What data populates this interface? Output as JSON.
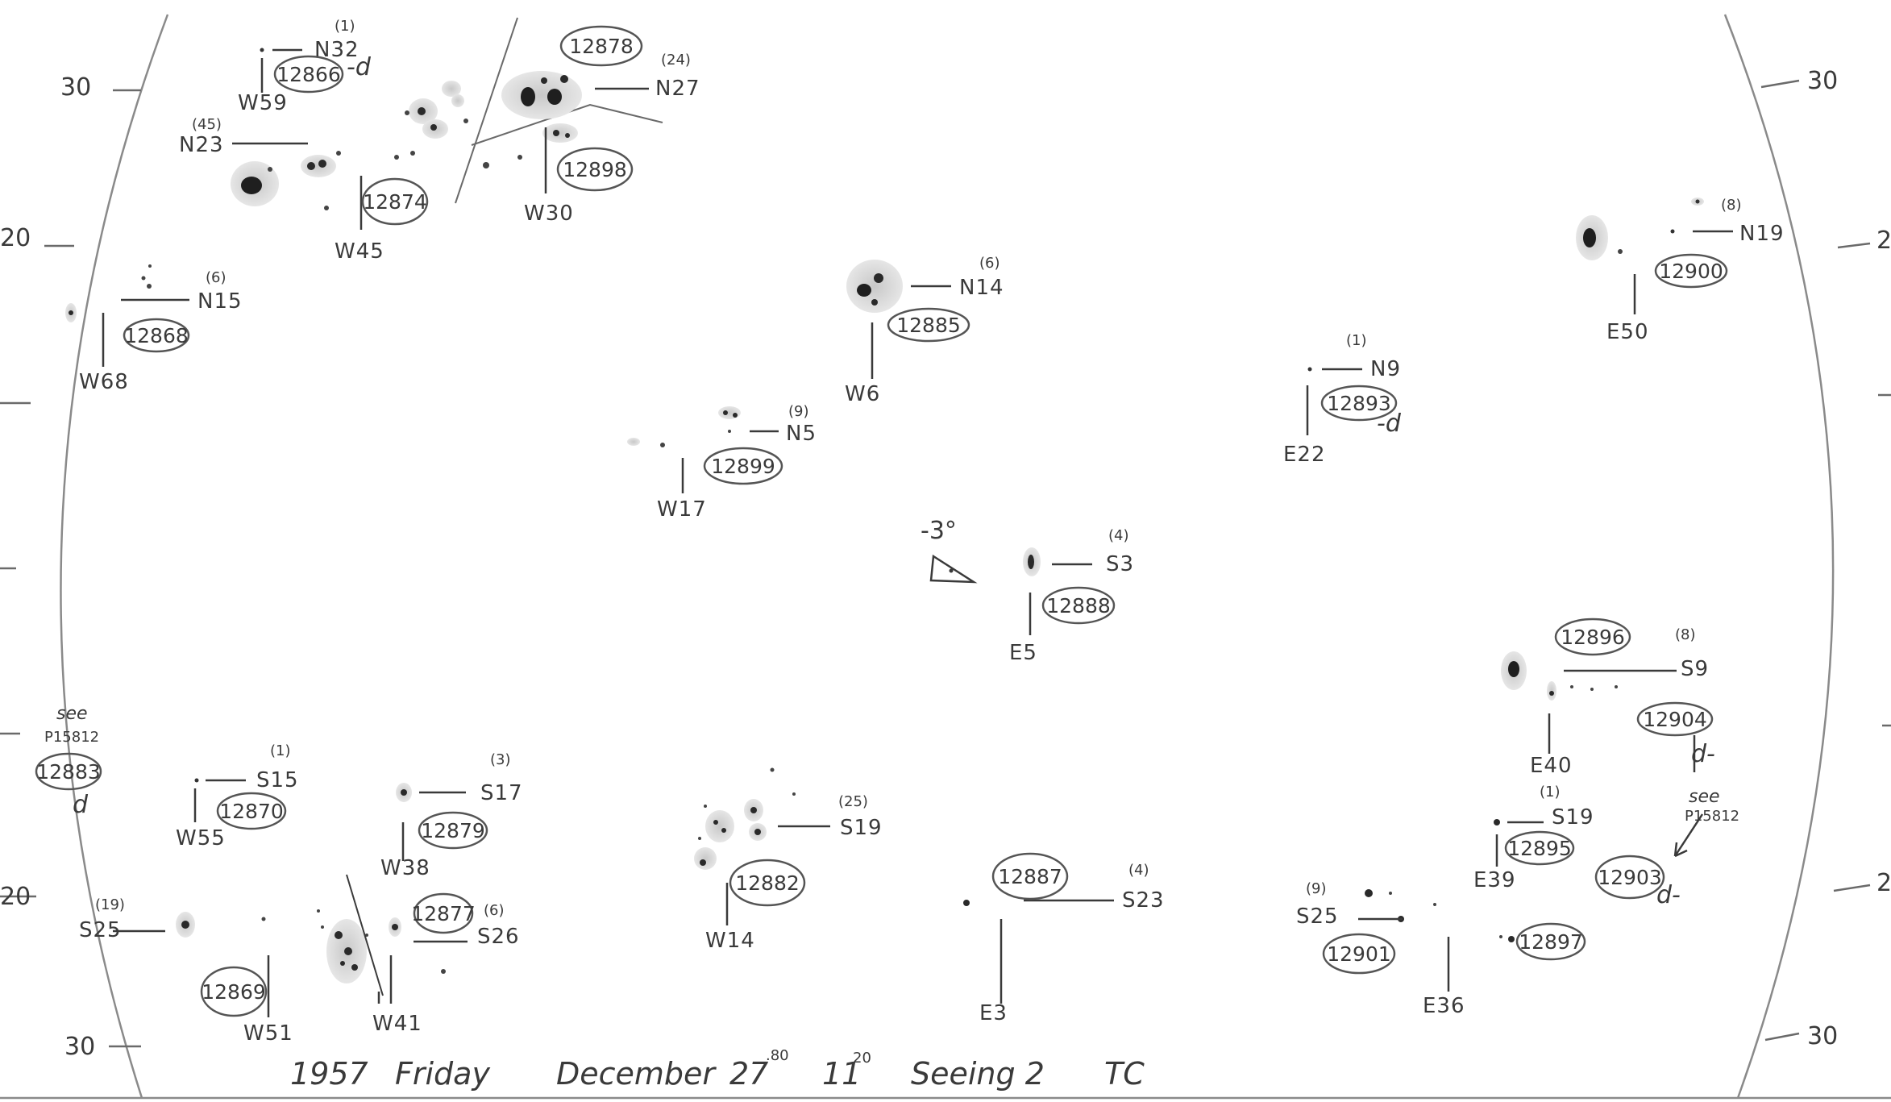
{
  "footer": {
    "year": "1957",
    "day": "Friday",
    "month": "December",
    "date": "27",
    "date_frac": ".80",
    "time": "11",
    "time_min": "20",
    "seeing": "Seeing 2",
    "observer": "TC"
  },
  "center_mark": {
    "label": "-3°"
  },
  "ticks": {
    "left_30_top": "30",
    "left_20_top": "20",
    "left_20_bottom": "20",
    "left_30_bottom": "30",
    "right_30_top": "30",
    "right_30_bottom": "30",
    "right_2_top": "2",
    "right_2_bottom": "2"
  },
  "groups": {
    "g12866": {
      "number": "12866",
      "count": "(1)",
      "lat": "N32",
      "lon": "W59",
      "note": "-d"
    },
    "g12878": {
      "number": "12878",
      "count": "(24)",
      "lat": "N27"
    },
    "g12898": {
      "number": "12898",
      "lon": "W30"
    },
    "g12874": {
      "number": "12874",
      "count": "(45)",
      "lat": "N23",
      "lon": "W45"
    },
    "g12868": {
      "number": "12868",
      "count": "(6)",
      "lat": "N15",
      "lon": "W68"
    },
    "g12885": {
      "number": "12885",
      "count": "(6)",
      "lat": "N14",
      "lon": "W6"
    },
    "g12900": {
      "number": "12900",
      "count": "(8)",
      "lat": "N19",
      "lon": "E50"
    },
    "g12893": {
      "number": "12893",
      "count": "(1)",
      "lat": "N9",
      "lon": "E22",
      "note": "-d"
    },
    "g12899": {
      "number": "12899",
      "count": "(9)",
      "lat": "N5",
      "lon": "W17"
    },
    "g12888": {
      "number": "12888",
      "count": "(4)",
      "lat": "S3",
      "lon": "E5"
    },
    "g12896": {
      "number": "12896",
      "count": "(8)",
      "lat": "S9",
      "lon": "E40"
    },
    "g12904": {
      "number": "12904",
      "note": "d-"
    },
    "g12883": {
      "number": "12883",
      "see": "see",
      "ref": "P15812",
      "note": "d"
    },
    "g12870": {
      "number": "12870",
      "count": "(1)",
      "lat": "S15",
      "lon": "W55"
    },
    "g12879": {
      "number": "12879",
      "count": "(3)",
      "lat": "S17",
      "lon": "W38"
    },
    "g12882": {
      "number": "12882",
      "count": "(25)",
      "lat": "S19",
      "lon": "W14"
    },
    "g12895": {
      "number": "12895",
      "count": "(1)",
      "lat": "S19",
      "lon": "E39"
    },
    "g12903": {
      "number": "12903",
      "see": "see",
      "ref": "P15812",
      "note": "d-"
    },
    "g12869": {
      "number": "12869",
      "count": "(19)",
      "lat": "S25",
      "lon": "W51"
    },
    "g12877": {
      "number": "12877",
      "count": "(6)",
      "lat": "S26",
      "lon": "W41"
    },
    "g12887": {
      "number": "12887",
      "count": "(4)",
      "lat": "S23",
      "lon": "E3"
    },
    "g12901": {
      "number": "12901",
      "count": "(9)",
      "lat": "S25"
    },
    "g12897": {
      "number": "12897",
      "lon": "E36"
    }
  }
}
